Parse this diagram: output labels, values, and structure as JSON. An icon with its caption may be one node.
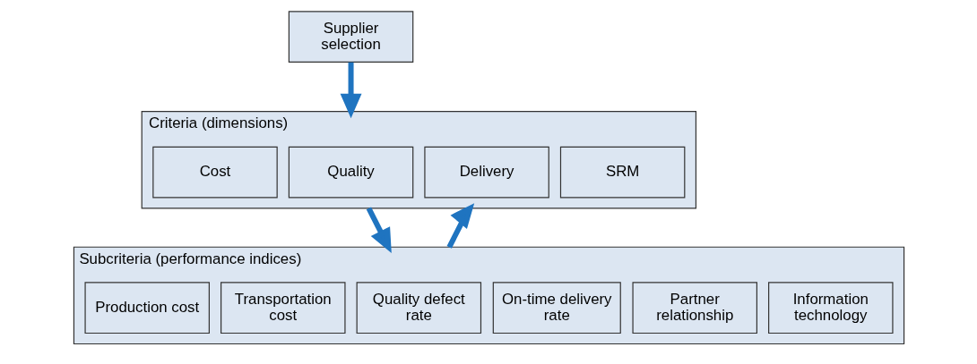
{
  "diagram": {
    "nodes": [
      {
        "text": [
          "Supplier selection"
        ]
      },
      {
        "text": [
          "Criteria (dimensions)"
        ]
      },
      {
        "text": [
          "Cost"
        ],
        "in": 1
      },
      {
        "text": [
          "Quality"
        ],
        "in": 1
      },
      {
        "text": [
          "Delivery"
        ],
        "in": 1
      },
      {
        "text": [
          "SRM"
        ],
        "in": 1
      },
      {
        "text": [
          "Subcriteria (performance indices)"
        ]
      },
      {
        "text": [
          "Production cost"
        ],
        "in": 6
      },
      {
        "text": [
          "Transportation cost"
        ],
        "in": 6
      },
      {
        "text": [
          "Quality defect rate"
        ],
        "in": 6
      },
      {
        "text": [
          "On-time delivery rate"
        ],
        "in": 6
      },
      {
        "text": [
          "Partner relationship"
        ],
        "in": 6
      },
      {
        "text": [
          "Information technology"
        ],
        "in": 6
      }
    ],
    "edges": [
      {
        "from": 0,
        "to": 1,
        "arrow": "to"
      },
      {
        "from": 1,
        "to": 6,
        "arrow": "to"
      },
      {
        "from": 6,
        "to": 1,
        "arrow": "to"
      }
    ]
  }
}
